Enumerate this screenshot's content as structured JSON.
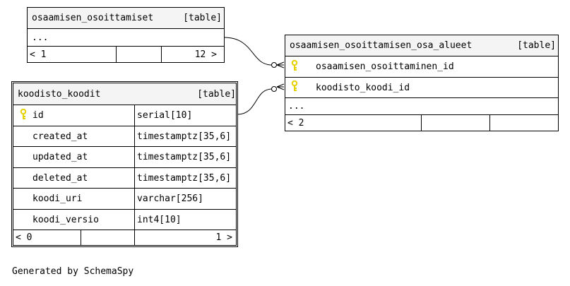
{
  "tables": {
    "osaamisen_osoittamiset": {
      "name": "osaamisen_osoittamiset",
      "tag": "[table]",
      "ellipsis": "...",
      "footer": {
        "left": "< 1",
        "right": "12 >"
      }
    },
    "osa_alueet": {
      "name": "osaamisen_osoittamisen_osa_alueet",
      "tag": "[table]",
      "columns": [
        {
          "name": "osaamisen_osoittaminen_id",
          "key": true
        },
        {
          "name": "koodisto_koodi_id",
          "key": true
        }
      ],
      "ellipsis": "...",
      "footer": {
        "left": "< 2"
      }
    },
    "koodisto_koodit": {
      "name": "koodisto_koodit",
      "tag": "[table]",
      "columns": [
        {
          "name": "id",
          "type": "serial[10]",
          "key": true
        },
        {
          "name": "created_at",
          "type": "timestamptz[35,6]"
        },
        {
          "name": "updated_at",
          "type": "timestamptz[35,6]"
        },
        {
          "name": "deleted_at",
          "type": "timestamptz[35,6]"
        },
        {
          "name": "koodi_uri",
          "type": "varchar[256]"
        },
        {
          "name": "koodi_versio",
          "type": "int4[10]"
        }
      ],
      "footer": {
        "left": "< 0",
        "right": "1 >"
      }
    }
  },
  "generated_by": "Generated by SchemaSpy",
  "colors": {
    "key": "#e6d100",
    "header_bg": "#f4f4f4",
    "line": "#000000"
  }
}
